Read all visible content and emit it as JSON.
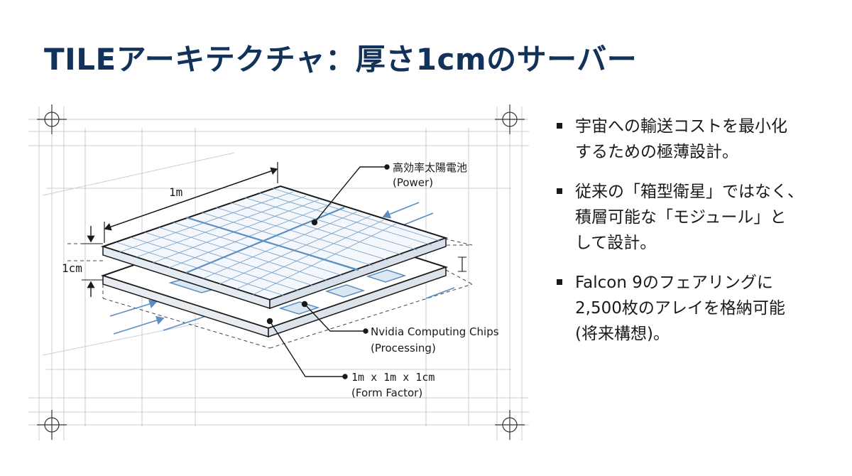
{
  "slide": {
    "title": "TILEアーキテクチャ：厚さ1cmのサーバー"
  },
  "diagram": {
    "dimension_width": "1m",
    "dimension_thickness": "1cm",
    "callouts": {
      "solar": {
        "line1": "高効率太陽電池",
        "line2": "(Power)"
      },
      "chips": {
        "line1": "Nvidia Computing Chips",
        "line2": "(Processing)"
      },
      "form": {
        "line1": "1m x 1m x 1cm",
        "line2": "(Form Factor)"
      }
    }
  },
  "bullets": [
    {
      "lines": [
        "宇宙への輸送コストを最小化",
        "するための極薄設計。"
      ]
    },
    {
      "lines": [
        "従来の「箱型衛星」ではなく、",
        "積層可能な「モジュール」と",
        "して設計。"
      ]
    },
    {
      "lines": [
        "Falcon 9のフェアリングに",
        "2,500枚のアレイを格納可能",
        "(将来構想)。"
      ]
    }
  ],
  "colors": {
    "title": "#13325a",
    "accent_blue": "#5b8fc0",
    "line_dark": "#1a1a1a",
    "grid_light": "#c9ced6"
  }
}
